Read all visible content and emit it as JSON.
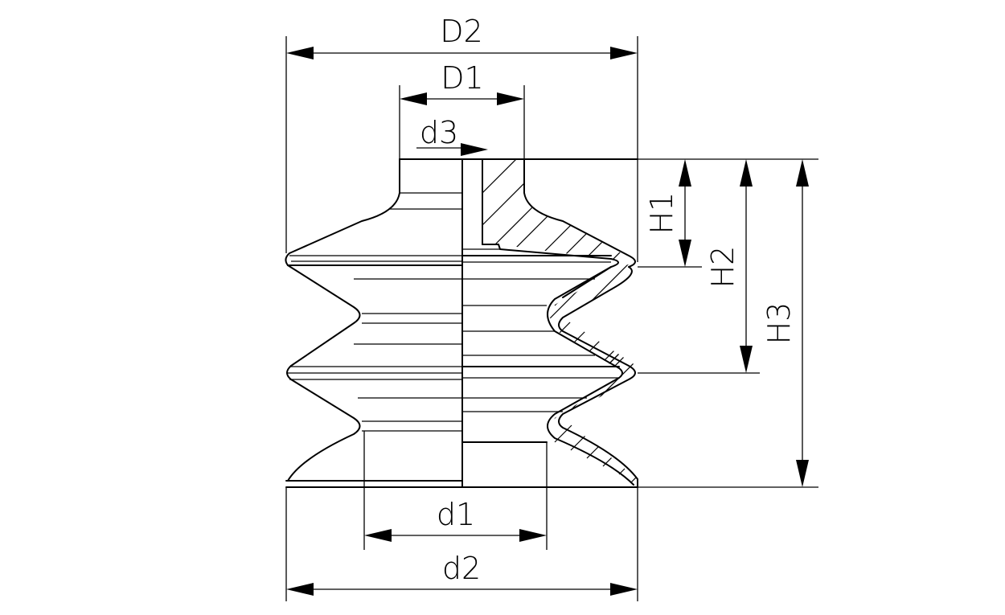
{
  "labels": {
    "D2": "D2",
    "D1": "D1",
    "d3": "d3",
    "H1": "H1",
    "H2": "H2",
    "H3": "H3",
    "d1": "d1",
    "d2": "d2"
  }
}
